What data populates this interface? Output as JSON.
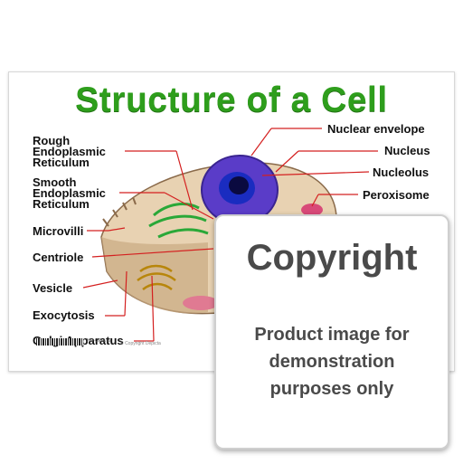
{
  "poster": {
    "title": "Structure of a Cell",
    "labels_left": [
      "Rough Endoplasmic Reticulum",
      "Smooth Endoplasmic Reticulum",
      "Microvilli",
      "Centriole",
      "Vesicle",
      "Exocytosis",
      "Golgi Apparatus"
    ],
    "labels_right": [
      "Nuclear envelope",
      "Nucleus",
      "Nucleolus",
      "Peroxisome"
    ],
    "code": "ND-CELL-S",
    "footer": "© Copyright Depicta",
    "colors": {
      "title": "#2e9e1c",
      "leader_line": "#d42020",
      "nucleus": "#5a3cc8",
      "nucleolus": "#1a2cc0"
    }
  },
  "overlay": {
    "title": "Copyright",
    "line1": "Product image for",
    "line2": "demonstration",
    "line3": "purposes only"
  }
}
